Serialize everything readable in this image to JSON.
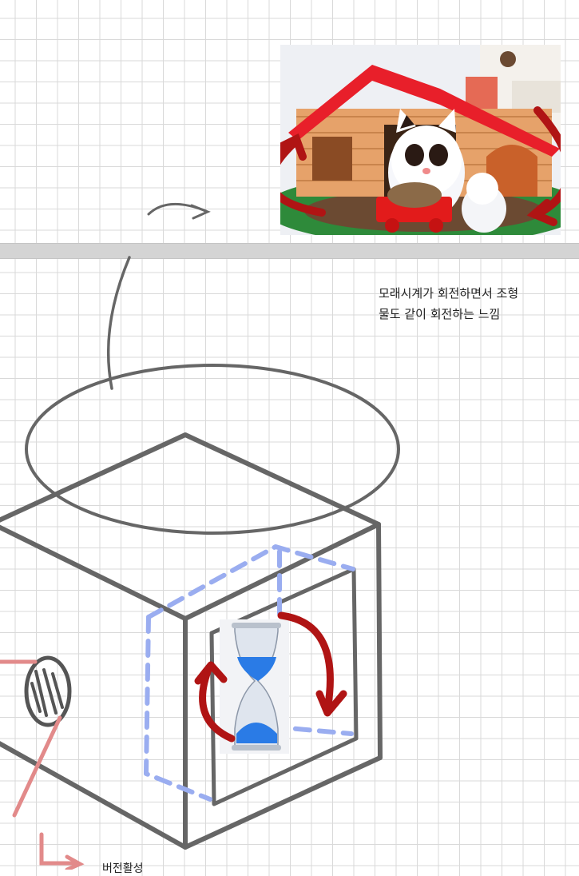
{
  "canvas": {
    "background": "#ffffff",
    "grid_color": "#d9d9d9",
    "ink_gray": "#666666",
    "ink_red": "#c21a1a",
    "ink_blue_dashed": "#9aadf0"
  },
  "reference_photo": {
    "subject": "toy house with cat figures",
    "icons": [
      "red-arrow-icon",
      "red-arrow-icon"
    ]
  },
  "notes": {
    "main_line1": "모래시계가 회전하면서 조형",
    "main_line2": "물도 같이 회전하는 느낌",
    "bottom": "버전활성"
  },
  "sketch": {
    "elements": [
      "isometric-box",
      "ellipse",
      "hourglass-photo",
      "rotation-arrows",
      "dashed-rotated-frame",
      "side-grille"
    ]
  }
}
